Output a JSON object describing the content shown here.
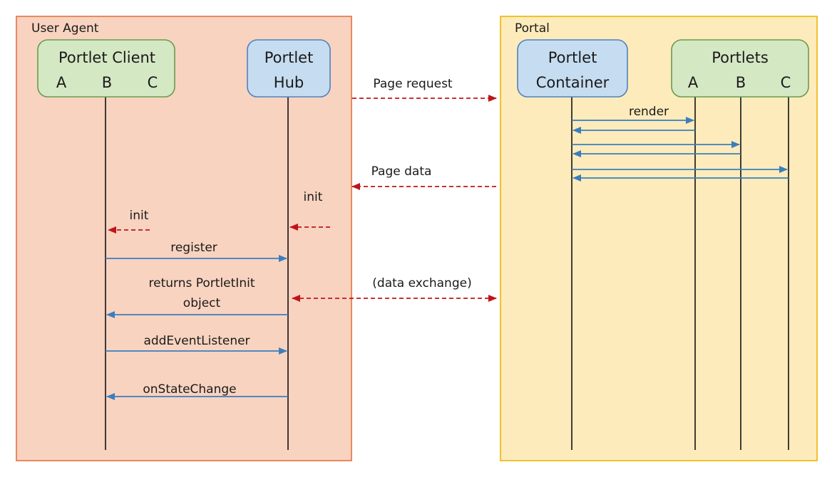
{
  "zones": {
    "user_agent": {
      "label": "User Agent",
      "fill": "#f8d3c0",
      "stroke": "#e8895f"
    },
    "portal": {
      "label": "Portal",
      "fill": "#fdebbb",
      "stroke": "#f0c22b"
    }
  },
  "actors": {
    "portlet_client": {
      "title": "Portlet Client",
      "parts": [
        "A",
        "B",
        "C"
      ],
      "fill": "#d5e8c4",
      "stroke": "#6a9a4e"
    },
    "portlet_hub": {
      "line1": "Portlet",
      "line2": "Hub",
      "fill": "#c6dcf0",
      "stroke": "#4f81bd"
    },
    "portlet_container": {
      "line1": "Portlet",
      "line2": "Container",
      "fill": "#c6dcf0",
      "stroke": "#4f81bd"
    },
    "portlets": {
      "title": "Portlets",
      "parts": [
        "A",
        "B",
        "C"
      ],
      "fill": "#d5e8c4",
      "stroke": "#6a9a4e"
    }
  },
  "messages": {
    "page_request": "Page request",
    "render": "render",
    "page_data": "Page data",
    "init_hub": "init",
    "init_client": "init",
    "register": "register",
    "returns_line1": "returns PortletInit",
    "returns_line2": "object",
    "data_exchange": "(data exchange)",
    "add_event_listener": "addEventListener",
    "on_state_change": "onStateChange"
  },
  "colors": {
    "sync_arrow": "#3a7ebf",
    "async_arrow": "#c0141c",
    "lifeline": "#111111"
  }
}
